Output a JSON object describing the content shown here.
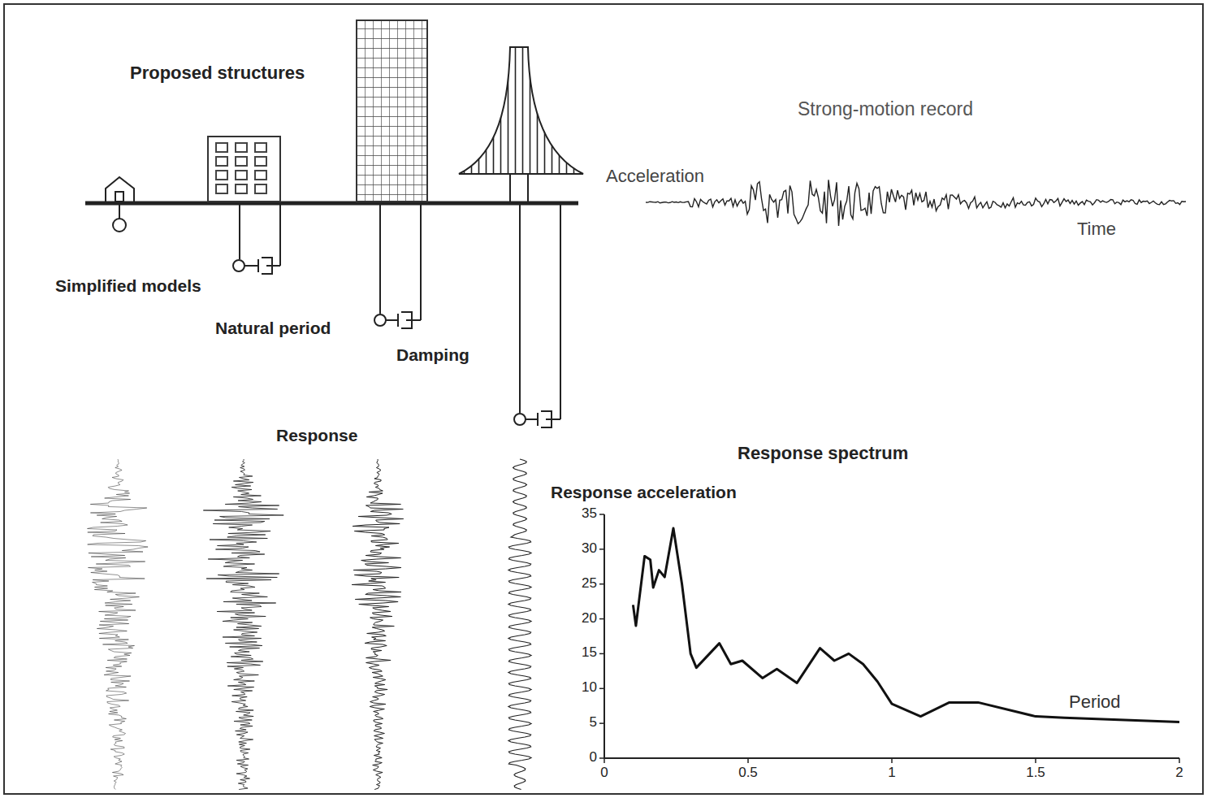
{
  "diagram": {
    "labels": [
      "Proposed structures",
      "Strong-motion record",
      "Acceleration",
      "Time",
      "Simplified models",
      "Natural period",
      "Damping",
      "Response",
      "Response spectrum",
      "Response acceleration",
      "35",
      "30",
      "25",
      "20",
      "15",
      "10",
      "5",
      "0",
      "0",
      "0.5",
      "1",
      "1.5",
      "2",
      "Period"
    ]
  }
}
